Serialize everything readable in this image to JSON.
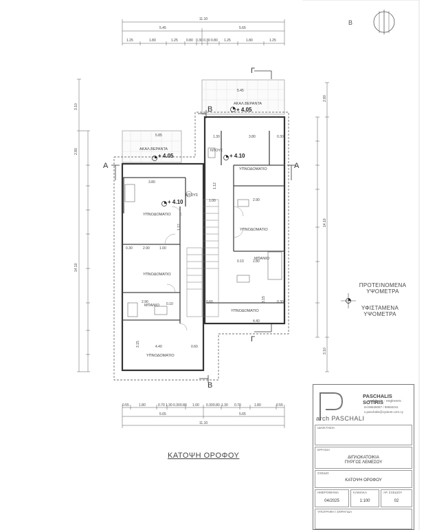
{
  "drawing": {
    "title": "ΚΑΤΟΨΗ ΟΡΟΦΟΥ",
    "north_label": "B",
    "sections": [
      "A",
      "B",
      "Γ"
    ],
    "levels": [
      "+ 4.05",
      "+ 4.10"
    ],
    "rooms": {
      "bedroom": "ΥΠΝΟΔΟΜΑΤΙΟ",
      "bathroom": "ΜΠΑΝΙΟ",
      "wc": "ΝΤΟΥΣ",
      "veranda": "ΑΚΑΛ.ΒΕΡΑΝΤΑ"
    },
    "top_dims": {
      "total": "11.10",
      "halves": [
        "5.45",
        "5.65"
      ],
      "segments": [
        "1.25",
        "1.80",
        "1.25",
        "0.80",
        "0.30",
        "0.30",
        "0.80",
        "1.25",
        "1.80",
        "1.25"
      ]
    },
    "bottom_dims": {
      "segments": [
        "0.55",
        "1.80",
        "0.70",
        "1.30",
        "0.30",
        "0.80",
        "1.00",
        "0.30",
        "0.80",
        "1.30",
        "0.70",
        "1.80",
        "0.55"
      ],
      "halves": [
        "5.65",
        "5.65"
      ],
      "total": "11.10"
    },
    "side_dims": {
      "left_total": "14.10",
      "right_total": "14.10",
      "left_top": "3.10",
      "left_mid": "2.80",
      "right_top": "2.80",
      "right_bottom": "3.10"
    },
    "interior_dims": [
      "5.85",
      "5.45",
      "3.80",
      "2.90",
      "4.40",
      "2.90",
      "1.30",
      "3.15",
      "0.30",
      "0.60",
      "1.00",
      "1.12",
      "0.10",
      "2.80"
    ]
  },
  "legend": {
    "proposed": "ΠΡΟΤΕΙΝΟΜΕΝΑ ΥΨΟΜΕΤΡΑ",
    "existing": "ΥΦΙΣΤΑΜΕΝΑ ΥΨΟΜΕΤΡΑ"
  },
  "title_block": {
    "firm": "PASCHALIS SOTIRIS",
    "firm_sub": "architects - engineers",
    "contact": "tel.99636087 / 99650241",
    "email": "s.paschalis@cytanet.com.cy",
    "logo_text": "arch PASCHALI",
    "owner_label": "ΙΔΙΟΚΤΗΣΙΑ",
    "project_label": "ΕΡΓΑΣΙΑ",
    "project_line1": "ΔΙΠΛΟΚΑΤΟΙΚΙΑ",
    "project_line2": "ΠΥΡΓΟΣ ΛΕΜΕΣΟΥ",
    "drawing_label": "ΣΧΕΔΙΟ",
    "drawing_value": "ΚΑΤΟΨΗ ΟΡΟΦΟΥ",
    "date_label": "ΗΜΕΡΟΜΗΝΙΑ",
    "date_value": "04/2025",
    "scale_label": "ΚΛΙΜΑΚΑ",
    "scale_value": "1:100",
    "sheet_label": "ΑΡ. ΣΧΕΔΙΟΥ",
    "sheet_value": "02",
    "sign_label": "ΥΠΟΓΡΑΦΗ / ΣΦΡΑΓΙΔΑ"
  }
}
